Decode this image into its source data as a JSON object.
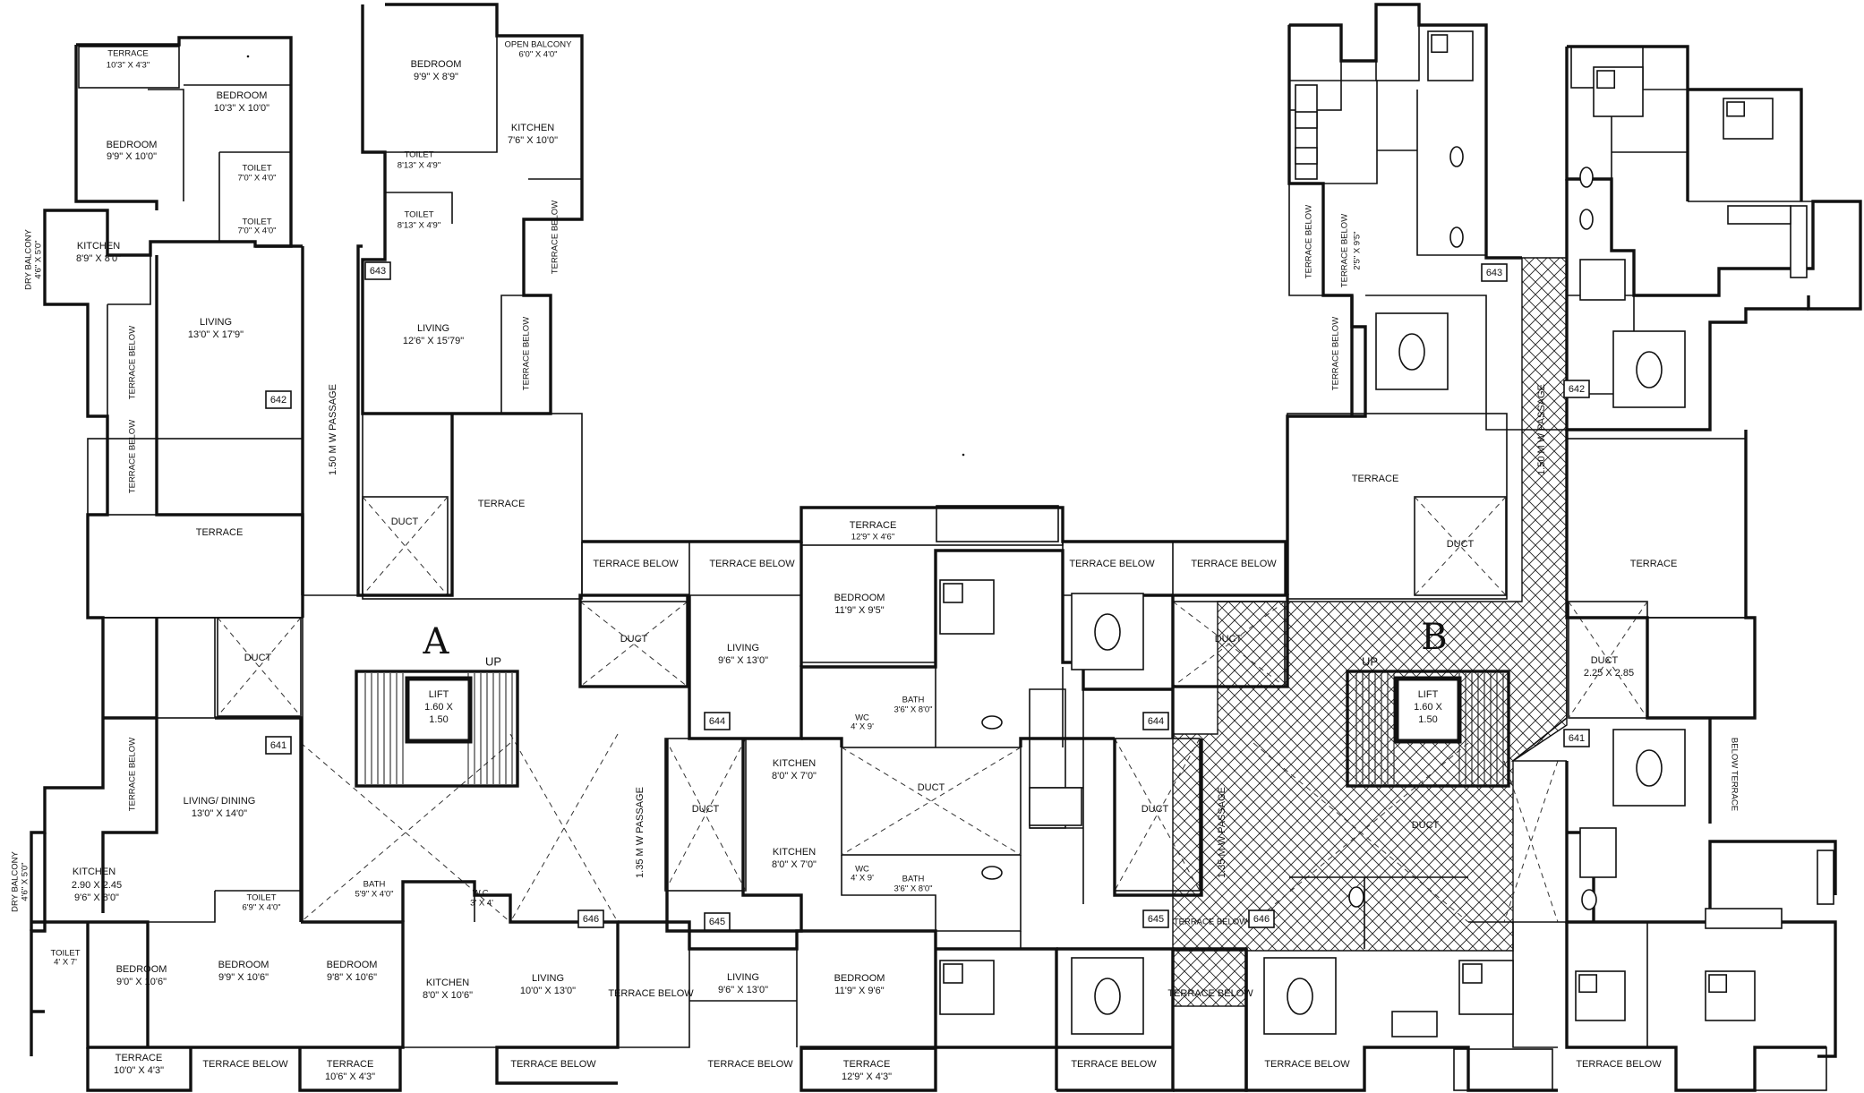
{
  "blocks": {
    "a": "A",
    "b": "B"
  },
  "lift": {
    "title": "LIFT",
    "size_line1": "1.60 X",
    "size_line2": "1.50"
  },
  "up": "UP",
  "unit_numbers": {
    "u641": "641",
    "u642": "642",
    "u643": "643",
    "u644": "644",
    "u645": "645",
    "u646": "646"
  },
  "passage_150": "1.50 M W PASSAGE",
  "passage_135": "1.35 M W PASSAGE",
  "labels": {
    "terrace": "TERRACE",
    "terrace_below": "TERRACE BELOW",
    "below_terrace": "BELOW TERRACE",
    "duct": "DUCT",
    "duct_size": "2.25 X 2.85",
    "bedroom": "BEDROOM",
    "kitchen": "KITCHEN",
    "living": "LIVING",
    "living_dining": "LIVING/ DINING",
    "toilet": "TOILET",
    "bath": "BATH",
    "wc": "W.C.",
    "wc2": "WC",
    "open_balcony": "OPEN BALCONY",
    "dry_balcony": "DRY BALCONY"
  },
  "dims": {
    "terrace_tl": "10'3\" X 4'3\"",
    "bedroom_tl": "10'3\" X 10'0\"",
    "bedroom_tl2": "9'9\" X 10'0\"",
    "toilet_a": "7'0\" X 4'0\"",
    "toilet_b": "7'0\" X 4'0\"",
    "kitchen_tl": "8'9\" X 8'0\"",
    "dry_balcony_top": "4'6\" X 5'0\"",
    "living_tl": "13'0\" X 17'9\"",
    "bedroom_643": "9'9\" X 8'9\"",
    "open_balcony": "6'0\" X 4'0\"",
    "kitchen_643": "7'6\" X 10'0\"",
    "toilet_643a": "8'13\" X 4'9\"",
    "toilet_643b": "8'13\" X 4'9\"",
    "living_643": "12'6\" X 15'79\"",
    "terrace_mid": "12'9\" X 4'6\"",
    "bedroom_mid": "11'9\" X 9'5\"",
    "living_644": "9'6\" X 13'0\"",
    "bath_mid": "3'6\" X 8'0\"",
    "wc_mid": "4' X 9'",
    "kitchen_mid1": "8'0\" X 7'0\"",
    "kitchen_mid2": "8'0\" X 7'0\"",
    "wc_mid2": "4' X 9'",
    "bath_mid2": "3'6\" X 8'0\"",
    "living_dining": "13'0\" X 14'0\"",
    "kitchen_641_m": "2.90 X 2.45",
    "kitchen_641_ft": "9'6\" X 8'0\"",
    "dry_balcony_low": "4'6\" X 5'0\"",
    "toilet_641": "6'9\" X 4'0\"",
    "bath_a": "5'9\" X 4'0\"",
    "wc_a": "3' X 4'",
    "toilet_low": "4' X 7'",
    "bedroom_l1": "9'0\" X 10'6\"",
    "bedroom_l2": "9'9\" X 10'6\"",
    "bedroom_l3": "9'8\" X 10'6\"",
    "kitchen_l": "8'0\" X 10'6\"",
    "living_646": "10'0\" X 13'0\"",
    "living_645": "9'6\" X 13'0\"",
    "bedroom_645": "11'9\" X 9'6\"",
    "terrace_bl1": "10'0\" X 4'3\"",
    "terrace_bl2": "10'6\" X 4'3\"",
    "terrace_bm": "12'9\" X 4'3\"",
    "terrace_b_right": "2'5\" X 9'5\""
  }
}
